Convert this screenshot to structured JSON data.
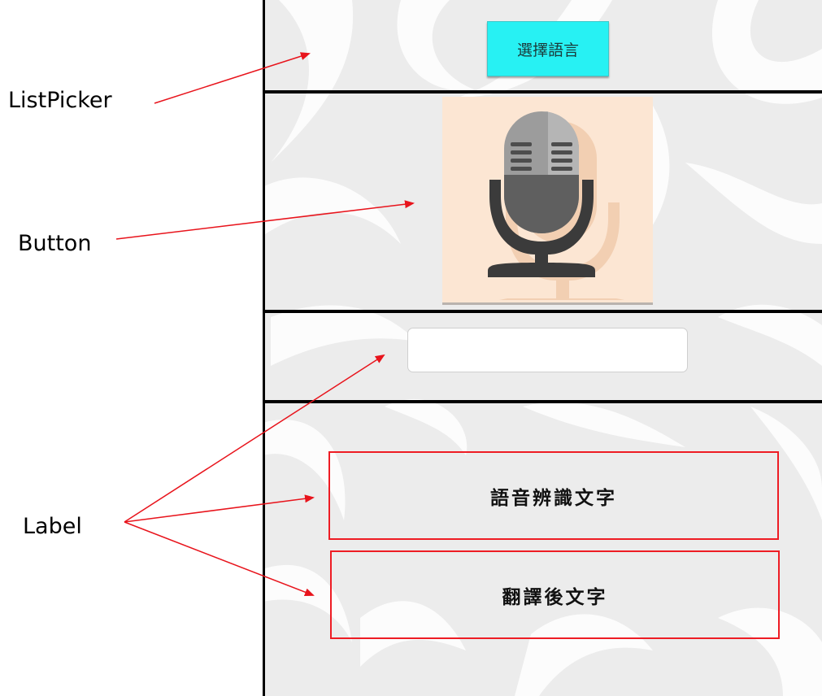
{
  "callouts": {
    "listpicker": "ListPicker",
    "button": "Button",
    "label": "Label"
  },
  "app": {
    "language_picker_label": "選擇語言",
    "mic_button_icon": "microphone-icon",
    "text_field_value": "",
    "recognized_label": "語音辨識文字",
    "translated_label": "翻譯後文字"
  },
  "colors": {
    "annotation_arrow": "#e8141c",
    "label_outline": "#ee1c24",
    "picker_button": "#27f1f3",
    "mic_background": "#fce6d3",
    "divider": "#000000"
  }
}
